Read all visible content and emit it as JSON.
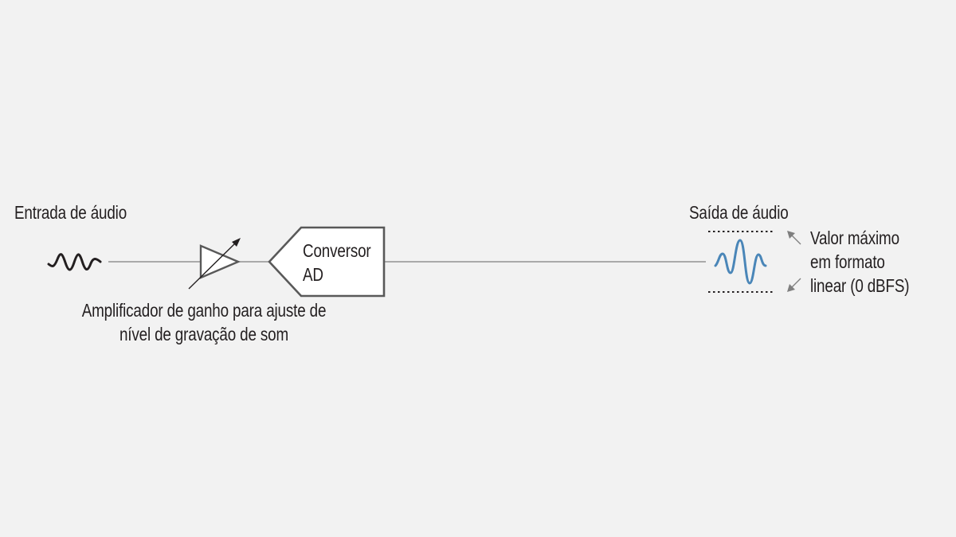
{
  "diagram": {
    "input_label": "Entrada de áudio",
    "amplifier_label_line1": "Amplificador de ganho para ajuste de",
    "amplifier_label_line2": "nível de gravação de som",
    "converter_label_line1": "Conversor",
    "converter_label_line2": "AD",
    "output_label": "Saída de áudio",
    "max_value_line1": "Valor máximo",
    "max_value_line2": "em formato",
    "max_value_line3": "linear (0 dBFS)"
  },
  "colors": {
    "background": "#f2f2f2",
    "line": "#808080",
    "dark": "#231f20",
    "converter_border": "#595959",
    "output_wave": "#4a86b8",
    "arrow_gray": "#7f7f7f"
  }
}
